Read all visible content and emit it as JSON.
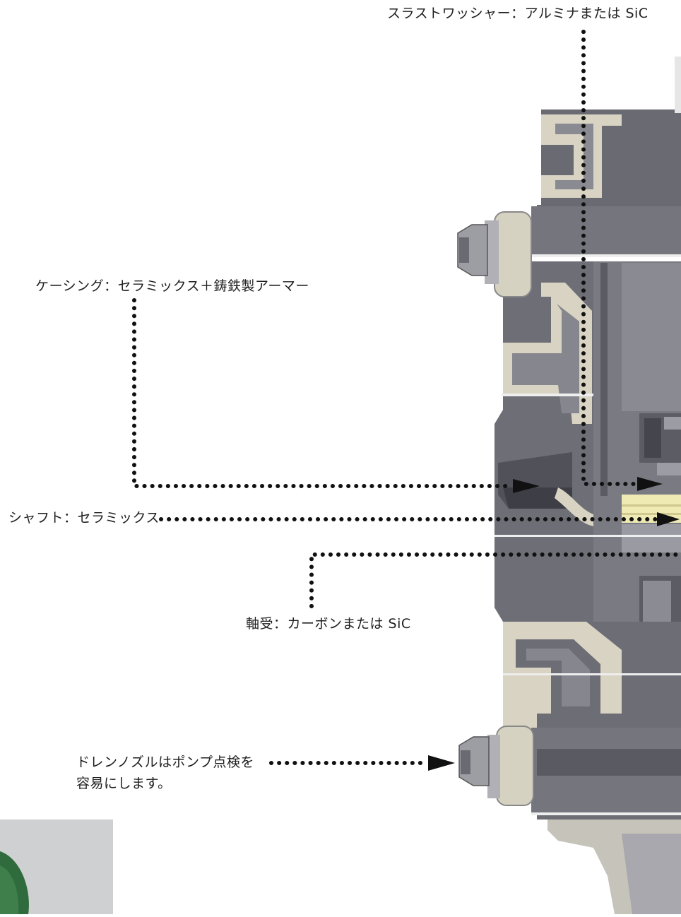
{
  "labels": {
    "thrust_washer": "スラストワッシャー：アルミナまたは SiC",
    "casing": "ケーシング：セラミックス＋鋳鉄製アーマー",
    "shaft": "シャフト：セラミックス",
    "bearing": "軸受：カーボンまたは SiC",
    "drain_line1": "ドレンノズルはポンプ点検を",
    "drain_line2": "容易にします。"
  },
  "colors": {
    "metal_dark": "#5f5f67",
    "metal_mid": "#7d7d86",
    "metal_light": "#9c9ca4",
    "ceramic": "#d8d3c2",
    "ceramic_yellow": "#efe9b4",
    "leader_dots": "#111111",
    "green_part": "#2f6b3c",
    "corner_gray": "#cfd0d2"
  },
  "icons": {
    "leader_arrow": "arrow-right-icon",
    "nut": "hex-nut-icon"
  }
}
